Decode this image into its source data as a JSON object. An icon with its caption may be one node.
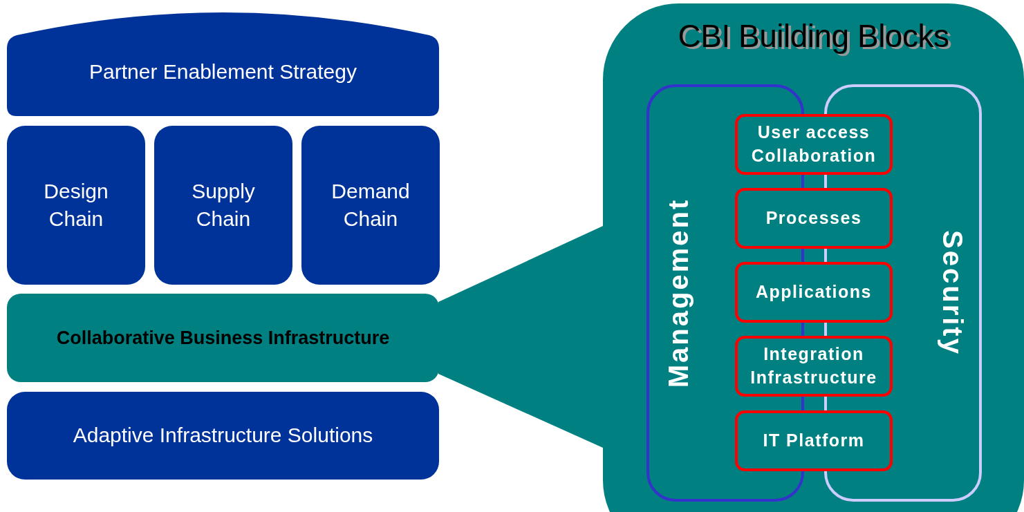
{
  "diagram": {
    "nodes": [
      {
        "text": [
          "Partner Enablement Strategy"
        ]
      },
      {
        "text": [
          "Design Chain"
        ]
      },
      {
        "text": [
          "Supply Chain"
        ]
      },
      {
        "text": [
          "Demand Chain"
        ]
      },
      {
        "text": [
          "Collaborative Business Infrastructure"
        ]
      },
      {
        "text": [
          "Adaptive Infrastructure Solutions"
        ]
      },
      {
        "text": [
          "CBI Building Blocks"
        ]
      },
      {
        "text": [
          "Management"
        ],
        "in": 6
      },
      {
        "text": [
          "Security"
        ],
        "in": 6
      },
      {
        "text": [
          "User access Collaboration"
        ],
        "in": 6
      },
      {
        "text": [
          "Processes"
        ],
        "in": 6
      },
      {
        "text": [
          "Applications"
        ],
        "in": 6
      },
      {
        "text": [
          "Integration Infrastructure"
        ],
        "in": 6
      },
      {
        "text": [
          "IT Platform"
        ],
        "in": 6
      },
      {
        "text": [],
        "shape": "wedge"
      }
    ]
  }
}
